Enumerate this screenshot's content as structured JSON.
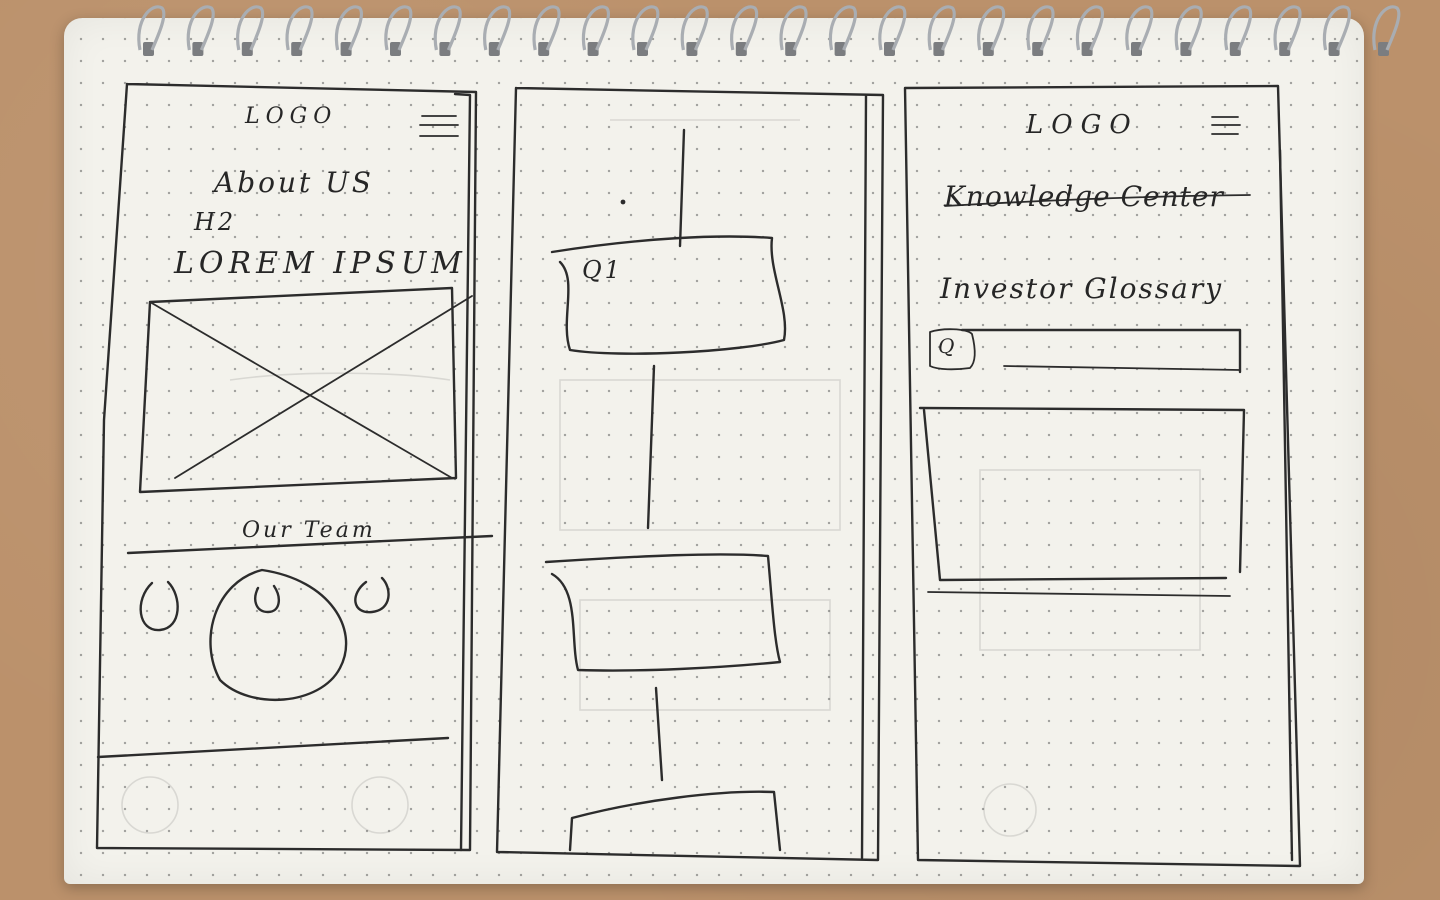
{
  "panels": {
    "about": {
      "logo": "LOGO",
      "heading": "About US",
      "subheading": "H2",
      "body": "LOREM IPSUM",
      "section_title": "Our Team"
    },
    "timeline": {
      "first_card_label": "Q1"
    },
    "glossary": {
      "logo": "LOGO",
      "struck_heading": "Knowledge Center",
      "heading": "Investor Glossary",
      "search_button": "Q"
    }
  },
  "icons": [
    "hamburger-menu-icon",
    "image-placeholder-icon",
    "avatar-icon",
    "search-icon"
  ],
  "colors": {
    "paper": "#f3f2ec",
    "ink": "#2c2c2c",
    "board": "#bb916b",
    "coil": "#a9adb2"
  }
}
